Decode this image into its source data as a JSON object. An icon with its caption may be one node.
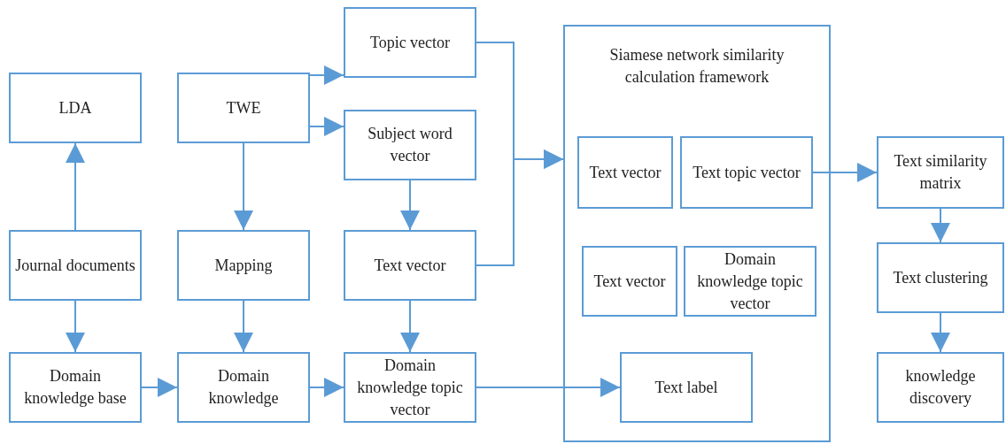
{
  "diagram": {
    "nodes": [
      {
        "text": [
          "LDA"
        ]
      },
      {
        "text": [
          "TWE"
        ]
      },
      {
        "text": [
          "Topic vector"
        ]
      },
      {
        "text": [
          "Subject word vector"
        ]
      },
      {
        "text": [
          "Journal documents"
        ]
      },
      {
        "text": [
          "Mapping"
        ]
      },
      {
        "text": [
          "Text vector"
        ]
      },
      {
        "text": [
          "Domain knowledge base"
        ]
      },
      {
        "text": [
          "Domain knowledge"
        ]
      },
      {
        "text": [
          "Domain knowledge topic vector"
        ]
      },
      {
        "text": [
          "Siamese network similarity calculation framework"
        ]
      },
      {
        "text": [
          "Text vector"
        ],
        "in": 10
      },
      {
        "text": [
          "Text topic vector"
        ],
        "in": 10
      },
      {
        "text": [
          "Text vector"
        ],
        "in": 10
      },
      {
        "text": [
          "Domain knowledge topic vector"
        ],
        "in": 10
      },
      {
        "text": [
          "Text label"
        ],
        "in": 10
      },
      {
        "text": [
          "Text similarity matrix"
        ]
      },
      {
        "text": [
          "Text clustering"
        ]
      },
      {
        "text": [
          "knowledge discovery"
        ]
      }
    ],
    "edges": [
      {
        "from": 4,
        "to": 0,
        "arrow": "to"
      },
      {
        "from": 1,
        "to": 2,
        "arrow": "to"
      },
      {
        "from": 1,
        "to": 3,
        "arrow": "to"
      },
      {
        "from": 1,
        "to": 5,
        "arrow": "to"
      },
      {
        "from": 3,
        "to": 6,
        "arrow": "to"
      },
      {
        "from": 4,
        "to": 7,
        "arrow": "to"
      },
      {
        "from": 5,
        "to": 8,
        "arrow": "to"
      },
      {
        "from": 6,
        "to": 9,
        "arrow": "to"
      },
      {
        "from": 7,
        "to": 8,
        "arrow": "to"
      },
      {
        "from": 8,
        "to": 9,
        "arrow": "to"
      },
      {
        "from": 9,
        "to": 15,
        "arrow": "to"
      },
      {
        "from": 2,
        "to": 10,
        "arrow": "to"
      },
      {
        "from": 6,
        "to": 10,
        "arrow": "to"
      },
      {
        "from": 12,
        "to": 16,
        "arrow": "to"
      },
      {
        "from": 16,
        "to": 17,
        "arrow": "to"
      },
      {
        "from": 17,
        "to": 18,
        "arrow": "to"
      }
    ]
  }
}
